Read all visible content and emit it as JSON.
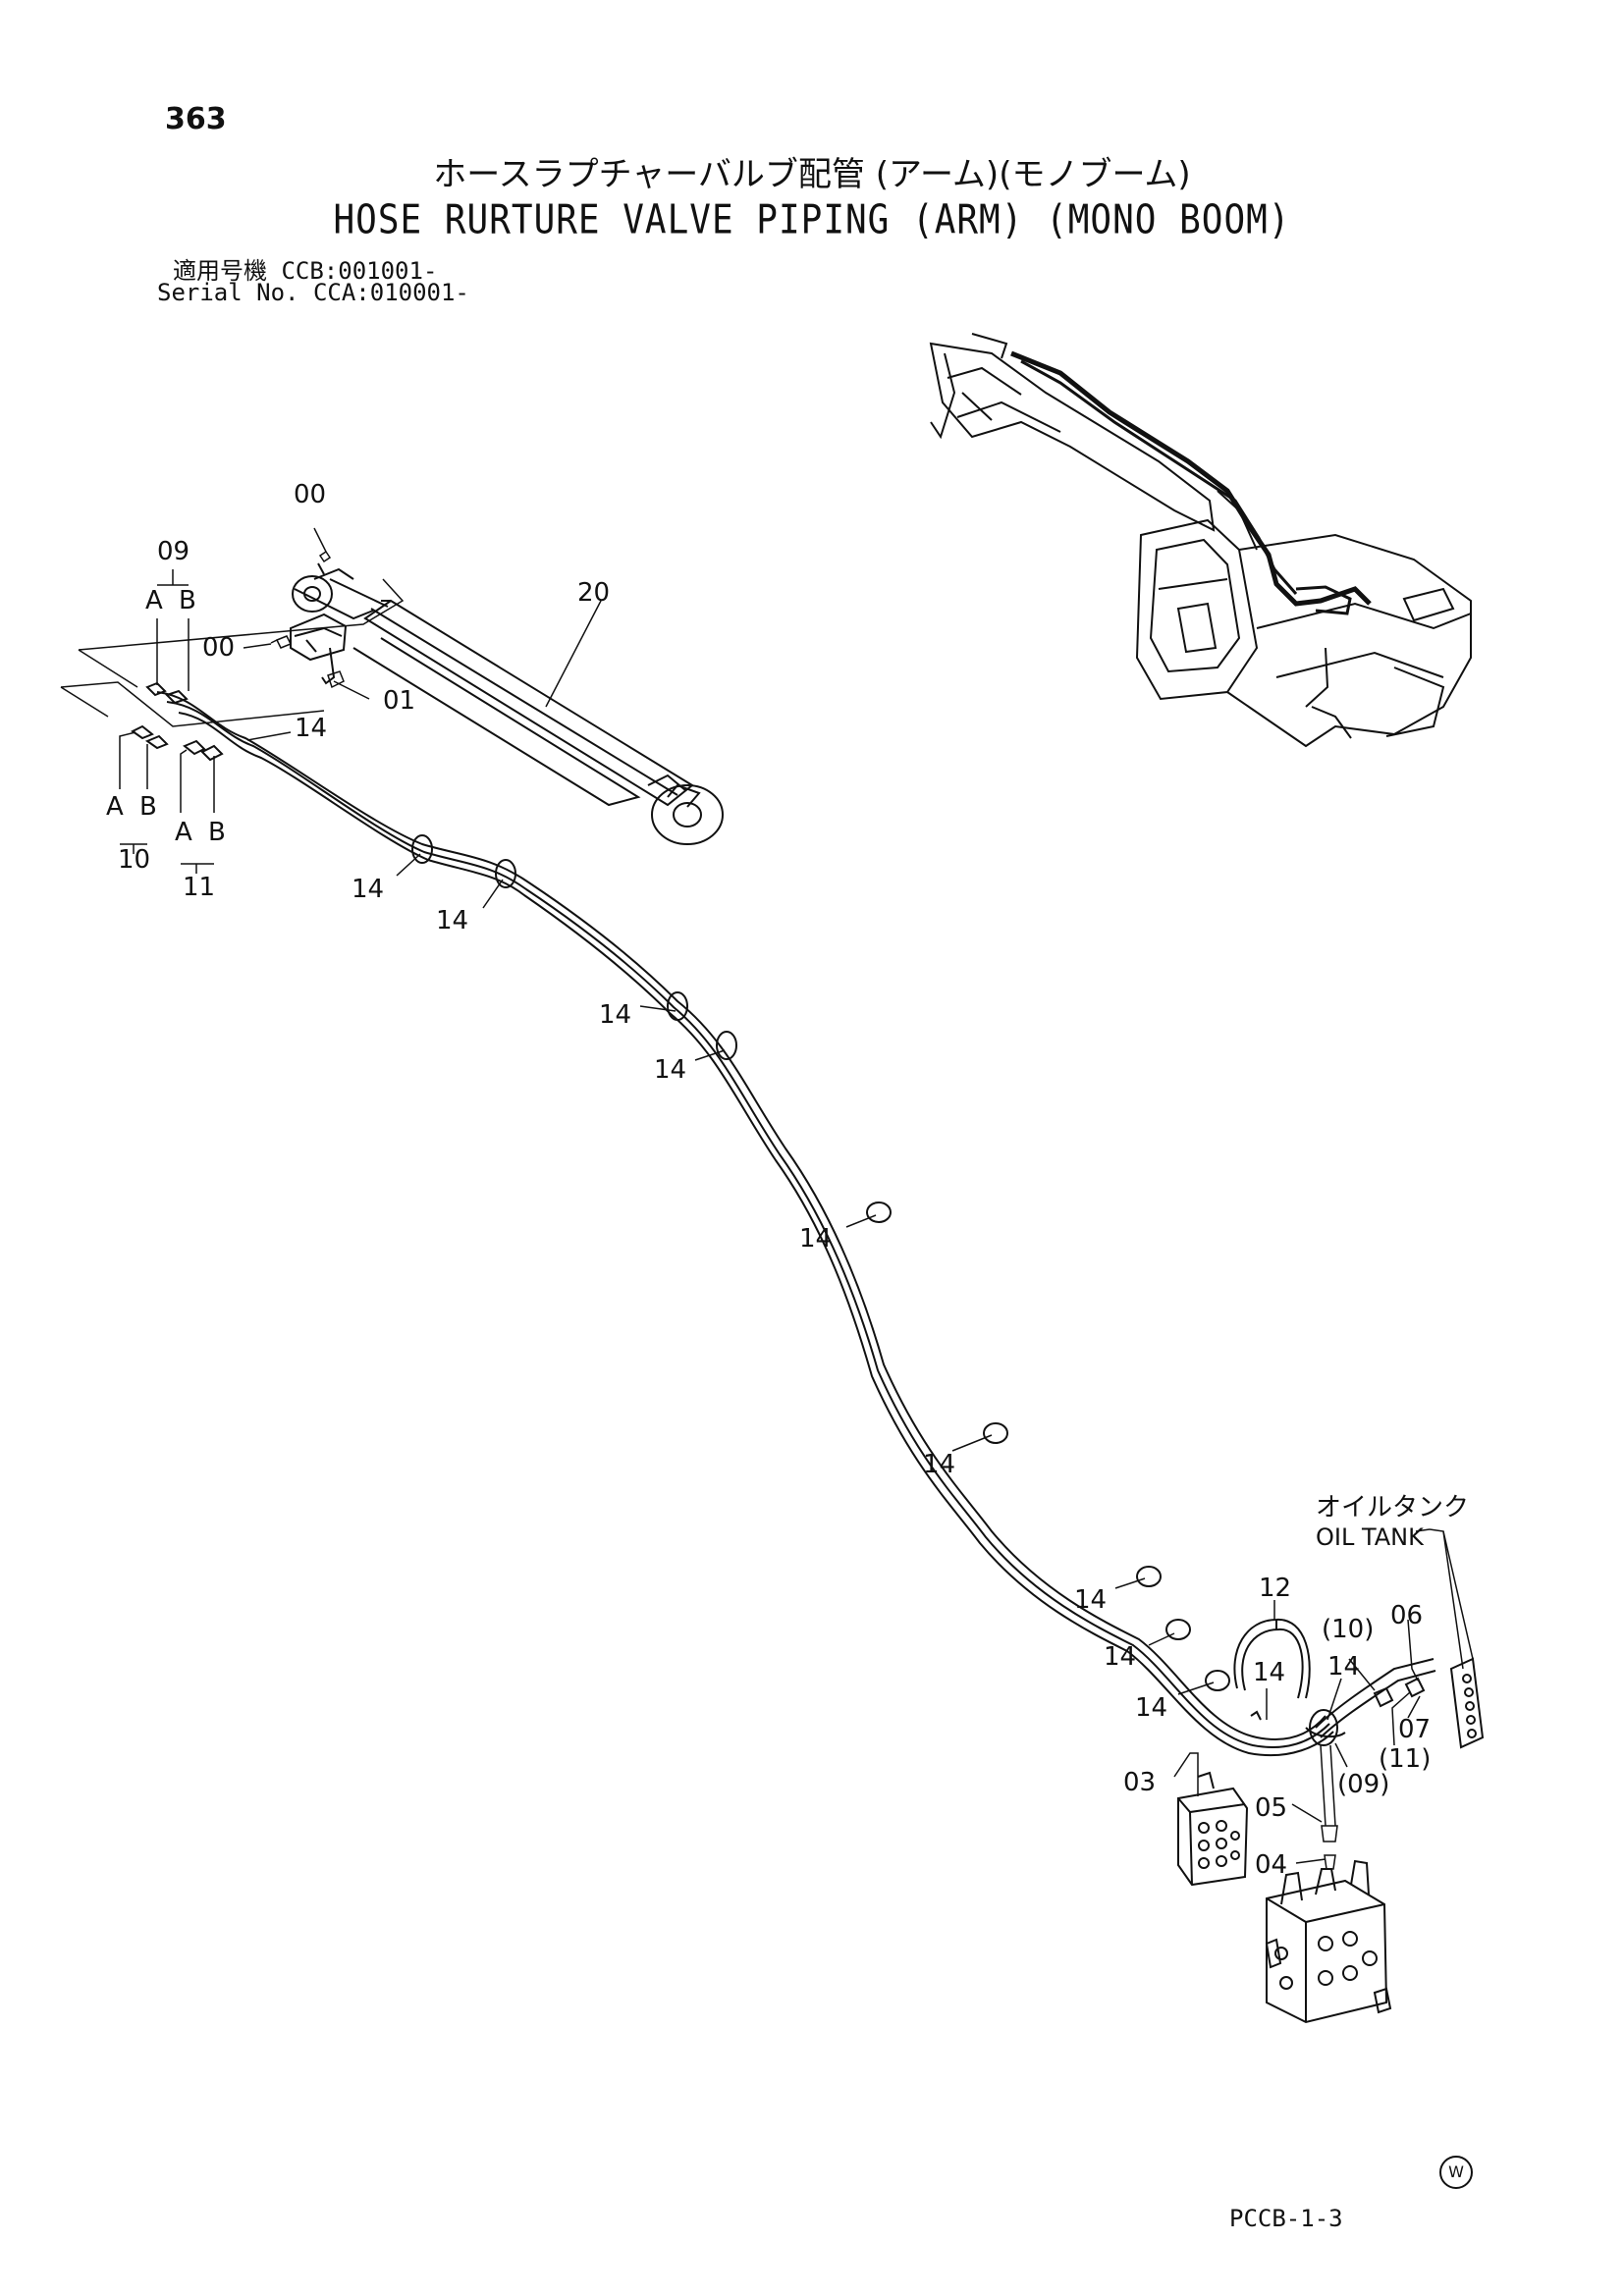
{
  "page_number": "363",
  "title_ja": "ホースラプチャーバルブ配管 (アーム)(モノブーム)",
  "title_en": "HOSE RURTURE VALVE PIPING (ARM) (MONO BOOM)",
  "serial_line_1": "適用号機  CCB:001001-",
  "serial_line_2": "Serial No. CCA:010001-",
  "oil_tank_ja": "オイルタンク",
  "oil_tank_en": "OIL TANK",
  "sub_a": "A",
  "sub_b": "B",
  "callouts": {
    "c00": "00",
    "c01": "01",
    "c03": "03",
    "c04": "04",
    "c05": "05",
    "c06": "06",
    "c07": "07",
    "c09": "09",
    "c10": "10",
    "c11": "11",
    "c12": "12",
    "c14": "14",
    "c20": "20",
    "p09": "(09)",
    "p10": "(10)",
    "p11": "(11)"
  },
  "doc_code": "PCCB-1-3",
  "watermark": "W"
}
